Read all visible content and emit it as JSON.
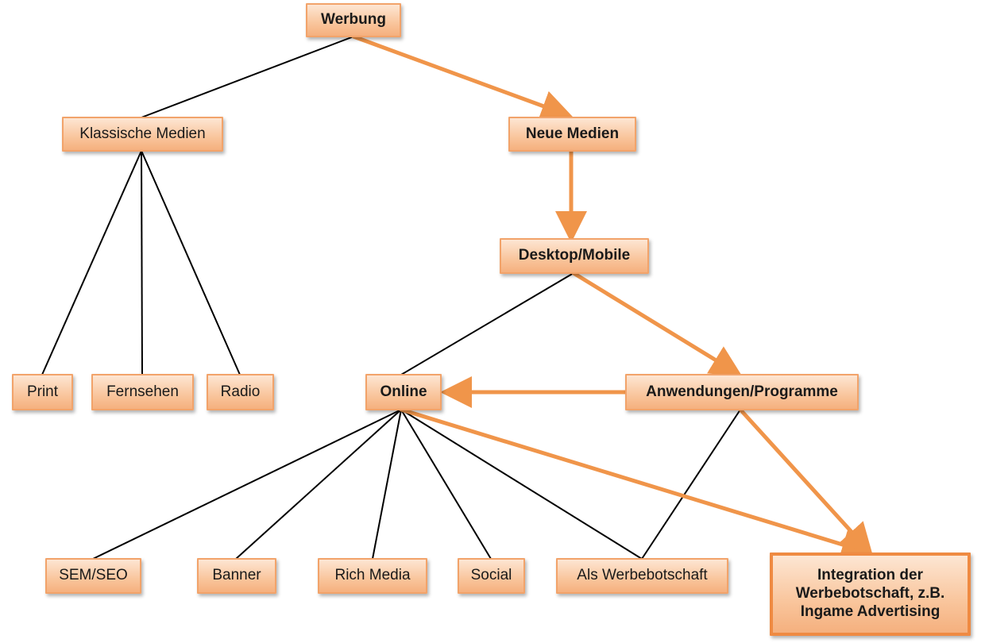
{
  "nodes": {
    "werbung": "Werbung",
    "klassische_medien": "Klassische Medien",
    "neue_medien": "Neue Medien",
    "desktop_mobile": "Desktop/Mobile",
    "print": "Print",
    "fernsehen": "Fernsehen",
    "radio": "Radio",
    "online": "Online",
    "anwendungen_programme": "Anwendungen/Programme",
    "sem_seo": "SEM/SEO",
    "banner": "Banner",
    "rich_media": "Rich Media",
    "social": "Social",
    "als_werbebotschaft": "Als Werbebotschaft",
    "integration_line1": "Integration der",
    "integration_line2": "Werbebotschaft, z.B.",
    "integration_line3": "Ingame Advertising"
  },
  "colors": {
    "node_fill_top": "#fde6d3",
    "node_fill_bottom": "#f5b07e",
    "node_border": "#f2a36a",
    "highlight_path": "#f0954a",
    "plain_edge": "#000000"
  }
}
